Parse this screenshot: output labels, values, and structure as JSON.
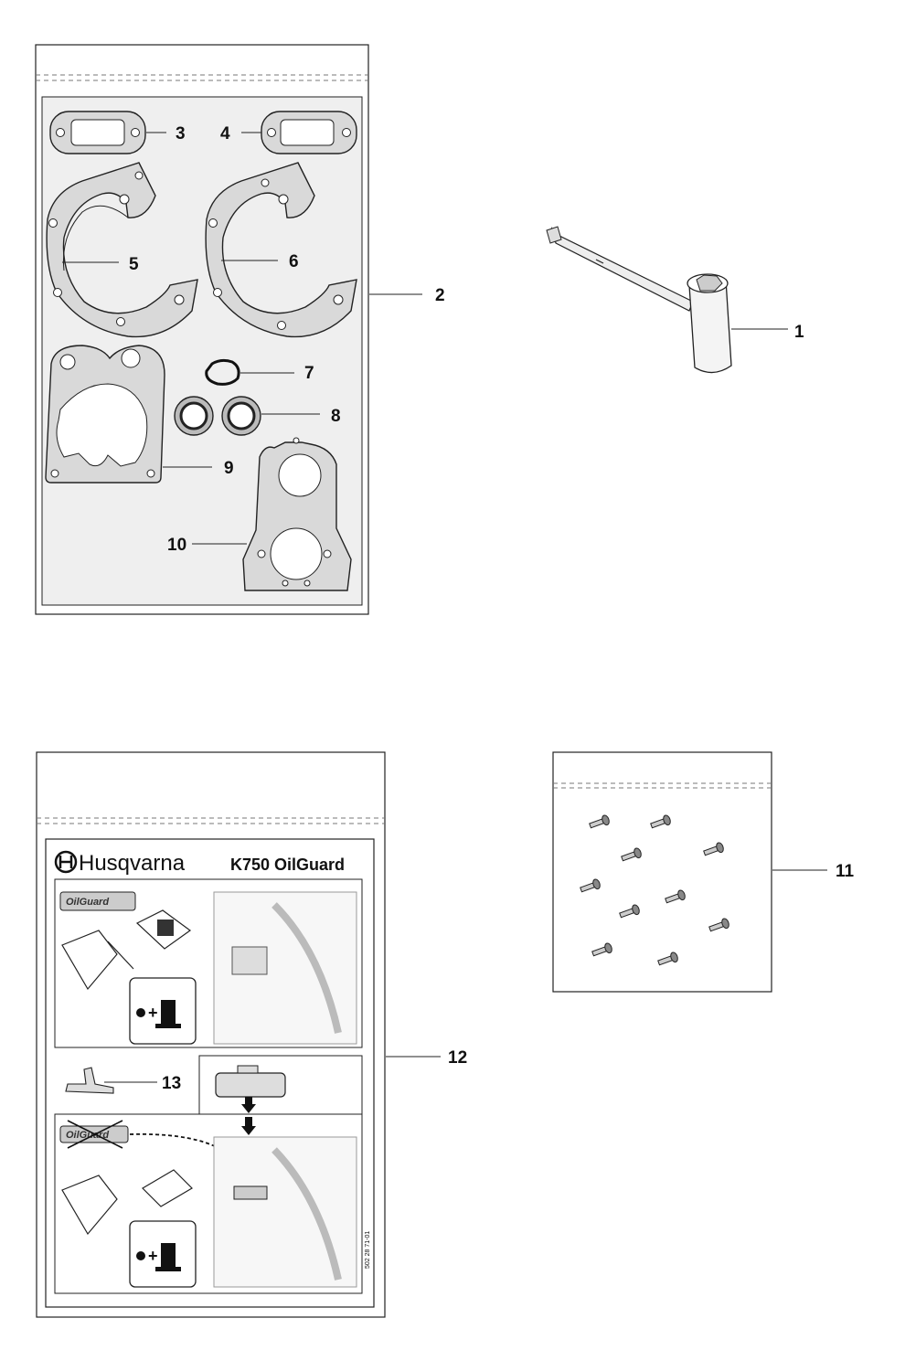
{
  "callouts": {
    "c1": "1",
    "c2": "2",
    "c3": "3",
    "c4": "4",
    "c5": "5",
    "c6": "6",
    "c7": "7",
    "c8": "8",
    "c9": "9",
    "c10": "10",
    "c11": "11",
    "c12": "12",
    "c13": "13"
  },
  "decal": {
    "brand": "Husqvarna",
    "model": "K750 OilGuard",
    "oilguard_label": "OilGuard",
    "doc_number": "502 28 71-01"
  },
  "colors": {
    "gasket_fill": "#d9d9d9",
    "bag_fill": "#efefef",
    "line": "#222222"
  },
  "icons": {
    "wrench": "combination-spanner-icon",
    "screws": "screw-icon",
    "fuel": "fuel-can-icon",
    "oil": "oil-bottle-icon"
  }
}
